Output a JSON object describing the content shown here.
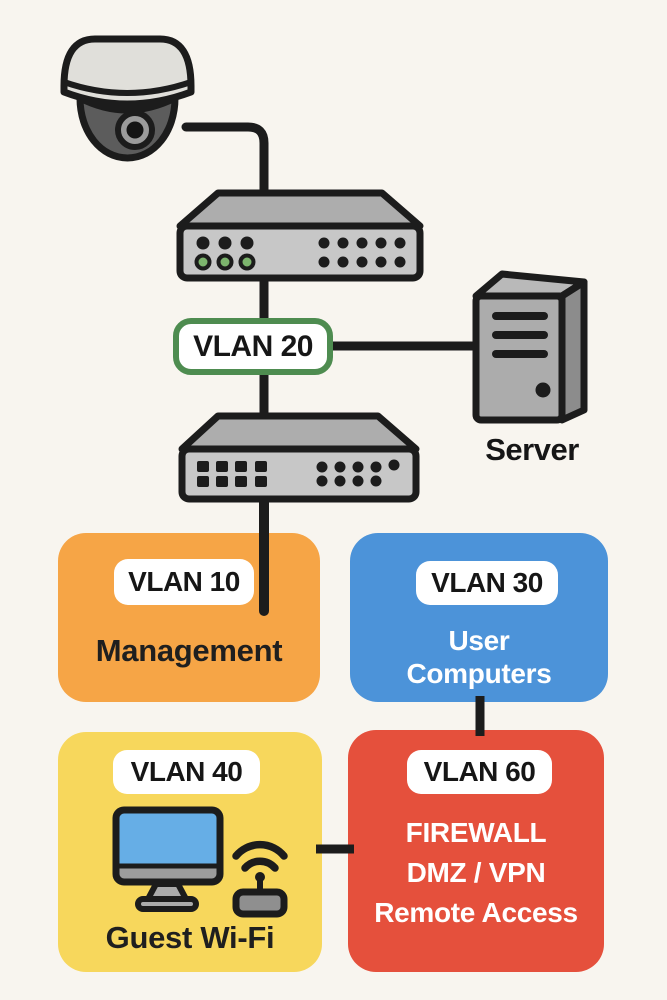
{
  "canvas": {
    "background": "#F8F5EF",
    "line_color": "#1C1C1C"
  },
  "icons": {
    "camera": "dome-security-camera-icon",
    "switch_top": "network-switch-icon",
    "switch_bottom": "network-switch-icon",
    "server": "server-tower-icon",
    "monitor": "desktop-computer-icon",
    "wifi_ap": "wifi-access-point-icon"
  },
  "vlan20_label": {
    "text": "VLAN 20",
    "border_color": "#4E8C50"
  },
  "server": {
    "label": "Server"
  },
  "boxes": {
    "vlan10": {
      "badge": "VLAN 10",
      "lines": [
        "Management"
      ],
      "color": "#F6A546",
      "text_color": "#1F1F1F"
    },
    "vlan30": {
      "badge": "VLAN 30",
      "lines": [
        "User",
        "Computers"
      ],
      "color": "#4C93D9",
      "text_color": "#FFFFFF"
    },
    "vlan40": {
      "badge": "VLAN 40",
      "lines": [
        "Guest Wi-Fi"
      ],
      "color": "#F7D75C",
      "text_color": "#1F1F1F"
    },
    "vlan60": {
      "badge": "VLAN 60",
      "lines": [
        "FIREWALL",
        "DMZ / VPN",
        "Remote Access"
      ],
      "color": "#E5503C",
      "text_color": "#FFFFFF"
    }
  }
}
